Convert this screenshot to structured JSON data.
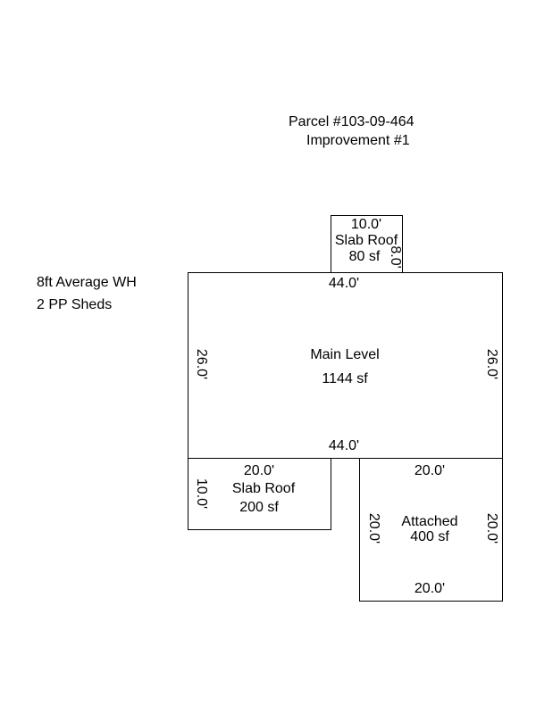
{
  "header": {
    "parcel": "Parcel #103-09-464",
    "improvement": "Improvement #1"
  },
  "notes": {
    "line1": "8ft Average WH",
    "line2": "2 PP Sheds"
  },
  "sections": {
    "top_slab": {
      "width": "10.0'",
      "label": "Slab Roof",
      "area": "80 sf",
      "depth": "8.0'"
    },
    "main": {
      "top": "44.0'",
      "bottom": "44.0'",
      "left": "26.0'",
      "right": "26.0'",
      "label": "Main Level",
      "area": "1144 sf"
    },
    "bottom_slab": {
      "width": "20.0'",
      "depth": "10.0'",
      "label": "Slab Roof",
      "area": "200 sf"
    },
    "attached": {
      "top": "20.0'",
      "bottom": "20.0'",
      "left": "20.0'",
      "right": "20.0'",
      "label": "Attached",
      "area": "400 sf"
    }
  }
}
